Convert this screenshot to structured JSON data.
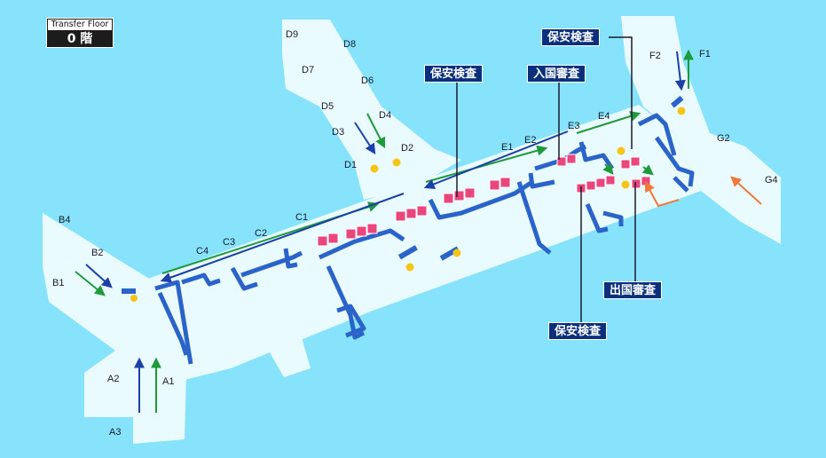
{
  "floor": {
    "label": "Transfer Floor",
    "level": "0 階"
  },
  "callouts": {
    "security_1": "保安検査",
    "immigration": "入国審査",
    "security_2": "保安検査",
    "emigration": "出国審査",
    "security_3": "保安検査"
  },
  "gates": {
    "A1": "A1",
    "A2": "A2",
    "A3": "A3",
    "B1": "B1",
    "B2": "B2",
    "B4": "B4",
    "C1": "C1",
    "C2": "C2",
    "C3": "C3",
    "C4": "C4",
    "D1": "D1",
    "D2": "D2",
    "D3": "D3",
    "D4": "D4",
    "D5": "D5",
    "D6": "D6",
    "D7": "D7",
    "D8": "D8",
    "D9": "D9",
    "E1": "E1",
    "E2": "E2",
    "E3": "E3",
    "E4": "E4",
    "F1": "F1",
    "F2": "F2",
    "G2": "G2",
    "G4": "G4"
  },
  "colors": {
    "water": "#86e3fb",
    "terminal": "#e9fbff",
    "wall": "#2a63c9",
    "counter": "#e8467c",
    "arrow_green": "#1e9a3c",
    "arrow_blue": "#1c3fa8",
    "arrow_orange": "#f0793a",
    "escalator": "#f5c518",
    "callout_bg": "#0b2f7a"
  },
  "icons": [
    "escalator-icon",
    "arrow-icon"
  ]
}
